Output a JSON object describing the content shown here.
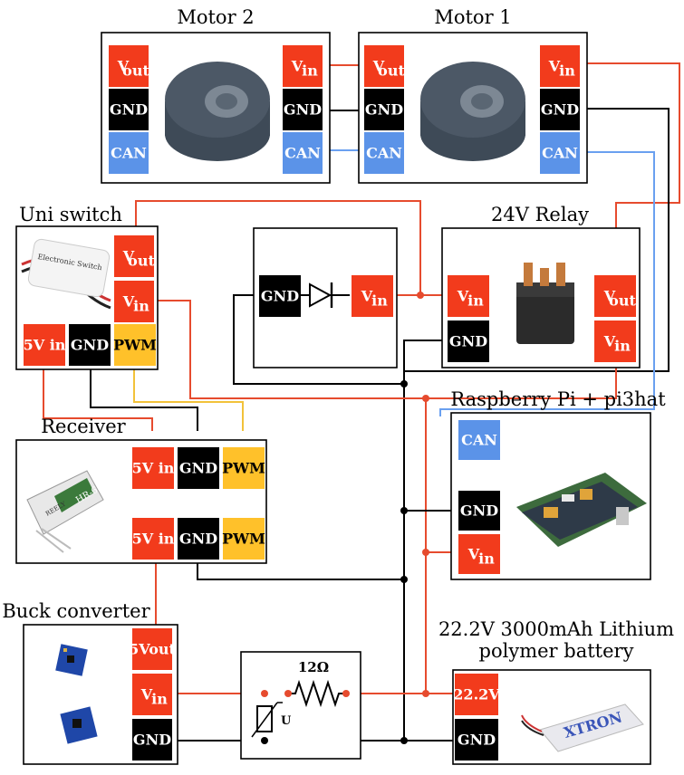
{
  "colors": {
    "vcc": "#f23b1c",
    "gnd": "#000000",
    "can": "#5b93e8",
    "pwm": "#ffc12a",
    "wire_red": "#e64b2e",
    "wire_blue": "#6aa0f0",
    "wire_yellow": "#f2c23a"
  },
  "modules": {
    "motor2": {
      "title": "Motor 2",
      "pins": {
        "vout": "V",
        "vout_sub": "out",
        "gnd": "GND",
        "can": "CAN",
        "vin": "V",
        "vin_sub": "in",
        "gnd2": "GND",
        "can2": "CAN"
      }
    },
    "motor1": {
      "title": "Motor 1",
      "pins": {
        "vout": "V",
        "vout_sub": "out",
        "gnd": "GND",
        "can": "CAN",
        "vin": "V",
        "vin_sub": "in",
        "gnd2": "GND",
        "can2": "CAN"
      }
    },
    "uni_switch": {
      "title": "Uni switch",
      "pins": {
        "vout": "V",
        "vout_sub": "out",
        "vin": "V",
        "vin_sub": "in",
        "in5v": "5V in",
        "gnd": "GND",
        "pwm": "PWM"
      },
      "photo_label": "Electronic Switch"
    },
    "diode_box": {
      "pins": {
        "gnd": "GND",
        "vin": "V",
        "vin_sub": "in"
      }
    },
    "relay": {
      "title": "24V Relay",
      "pins": {
        "vin": "V",
        "vin_sub": "in",
        "gnd": "GND",
        "vout": "V",
        "vout_sub": "out",
        "vin2": "V",
        "vin2_sub": "in"
      }
    },
    "raspi": {
      "title": "Raspberry Pi + pi3hat",
      "pins": {
        "can": "CAN",
        "gnd": "GND",
        "vin": "V",
        "vin_sub": "in"
      }
    },
    "receiver": {
      "title": "Receiver",
      "pins": {
        "in5v_a": "5V in",
        "gnd_a": "GND",
        "pwm_a": "PWM",
        "in5v_b": "5V in",
        "gnd_b": "GND",
        "pwm_b": "PWM"
      },
      "photo_label": "HR-6",
      "photo_brand": "REELY"
    },
    "buck": {
      "title": "Buck converter",
      "pins": {
        "out5v": "5Vout",
        "vin": "V",
        "vin_sub": "in",
        "gnd": "GND"
      }
    },
    "resistor": {
      "label": "12Ω",
      "varistor_label": "U"
    },
    "battery": {
      "title_line1": "22.2V 3000mAh Lithium",
      "title_line2": "polymer battery",
      "pins": {
        "v": "22.2V",
        "gnd": "GND"
      },
      "photo_label": "XTRON"
    }
  }
}
